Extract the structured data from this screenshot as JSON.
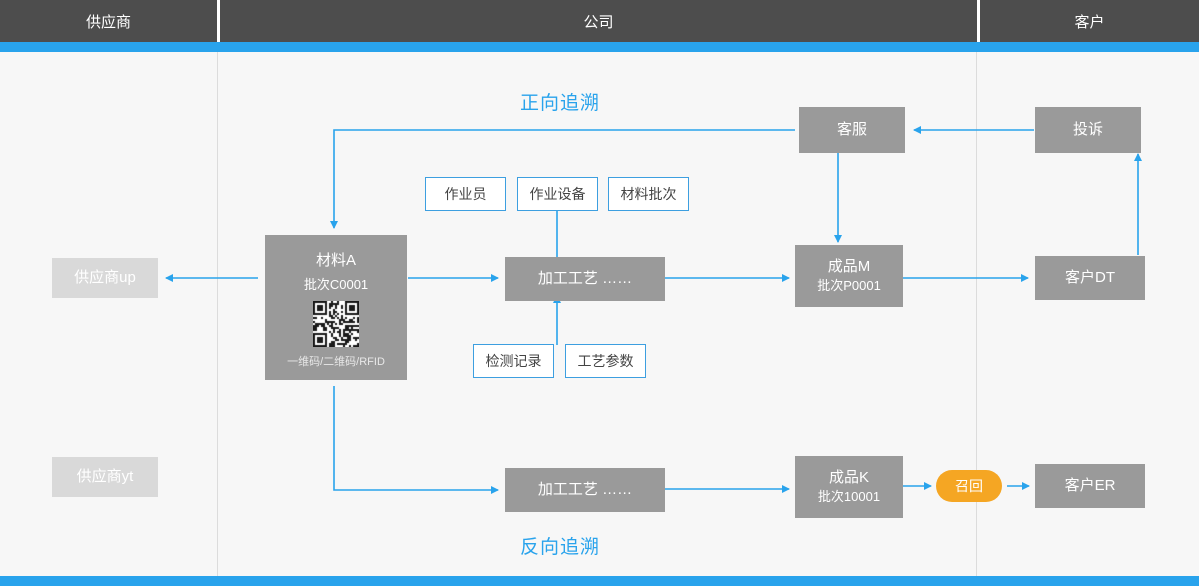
{
  "header": {
    "columns": [
      {
        "label": "供应商"
      },
      {
        "label": "公司"
      },
      {
        "label": "客户"
      }
    ]
  },
  "labels": {
    "forward": "正向追溯",
    "backward": "反向追溯"
  },
  "nodes": {
    "supplier_up": "供应商up",
    "supplier_yt": "供应商yt",
    "material_a_title": "材料A",
    "material_a_batch": "批次C0001",
    "material_a_codes": "一维码/二维码/RFID",
    "operator": "作业员",
    "equipment": "作业设备",
    "material_batch": "材料批次",
    "process_top": "加工工艺  ……",
    "process_bottom": "加工工艺  ……",
    "inspection_record": "检测记录",
    "process_params": "工艺参数",
    "product_m_title": "成品M",
    "product_m_batch": "批次P0001",
    "product_k_title": "成品K",
    "product_k_batch": "批次10001",
    "customer_service": "客服",
    "complaint": "投诉",
    "customer_dt": "客户DT",
    "recall": "召回",
    "customer_er": "客户ER"
  },
  "colors": {
    "accent_blue": "#29a3ec",
    "node_gray": "#9a9a9a",
    "node_light": "#d9d9d9",
    "header_gray": "#4d4d4d",
    "recall_orange": "#f5a623",
    "canvas": "#f7f7f7"
  }
}
